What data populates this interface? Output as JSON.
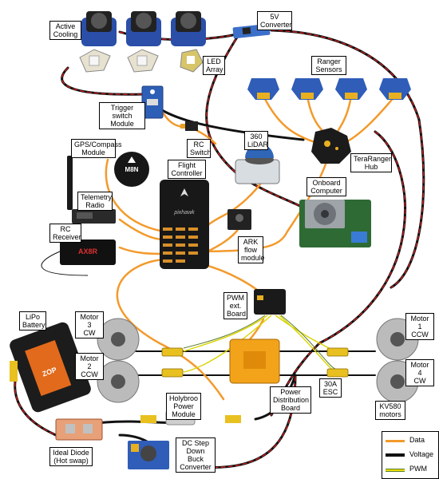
{
  "labels": {
    "active_cooling": "Active\nCooling",
    "converter_5v": "5V\nConverter",
    "led_array": "LED\nArray",
    "ranger_sensors": "Ranger\nSensors",
    "trigger_switch": "Trigger\nswitch Module",
    "rc_switch": "RC\nSwitch",
    "gps_compass": "GPS/Compass\nModule",
    "lidar": "360\nLiDAR",
    "teraranger_hub": "TeraRanger\nHub",
    "flight_controller": "Flight\nController",
    "onboard_computer": "Onboard\nComputer",
    "telemetry_radio": "Telemetry\nRadio",
    "rc_receiver": "RC\nReceiver",
    "ark_flow": "ARK\nflow\nmodule",
    "pwm_board": "PWM\next.\nBoard",
    "lipo": "LiPo\nBattery",
    "motor3": "Motor 3\nCW",
    "motor2": "Motor 2\nCCW",
    "motor1": "Motor 1\nCCW",
    "motor4": "Motor 4\nCW",
    "esc": "30A\nESC",
    "kv580": "KV580\nmotors",
    "holybro_pm": "Holybroo\nPower\nModule",
    "pdb": "Power\nDistribution\nBoard",
    "dc_buck": "DC Step\nDown Buck\nConverter",
    "ideal_diode": "Ideal Diode\n(Hot swap)"
  },
  "device_text": {
    "gps_logo": "M8N",
    "fc_brand": "pixhawk",
    "receiver_brand": "AX8R",
    "battery_brand": "ZOP"
  },
  "legend": {
    "data": "Data",
    "voltage": "Voltage",
    "pwm": "PWM"
  },
  "colors": {
    "data": "#f39a2b",
    "voltage": "#111111",
    "voltage_dash": "#e02020",
    "pwm": "#e8e000",
    "fan_blue": "#2b4fa8",
    "board_green": "#2e6b34",
    "pdb_orange": "#f2a319",
    "sensor_blue": "#2f5db8"
  }
}
